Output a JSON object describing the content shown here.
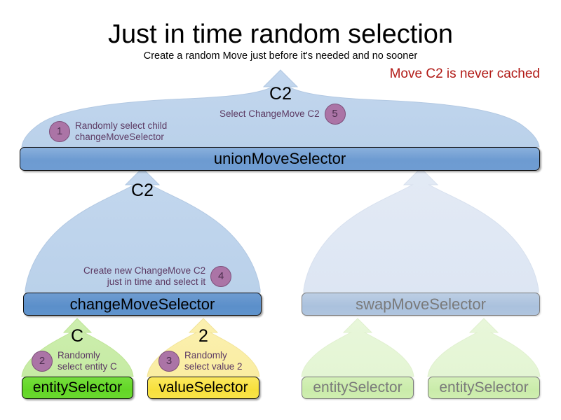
{
  "header": {
    "title": "Just in time random selection",
    "subtitle": "Create a random Move just before it's needed and no sooner",
    "warning": "Move C2 is never cached",
    "warning_color": "#b11a16"
  },
  "diagram": {
    "type": "tree",
    "nodes": {
      "union": {
        "label": "unionMoveSelector",
        "color": "#6d9bd1",
        "state": "active"
      },
      "change": {
        "label": "changeMoveSelector",
        "color": "#5b8fca",
        "state": "active"
      },
      "swap": {
        "label": "swapMoveSelector",
        "color": "#aac1dd",
        "state": "faded"
      },
      "entity_change": {
        "label": "entitySelector",
        "color": "#63d626",
        "state": "active"
      },
      "value_change": {
        "label": "valueSelector",
        "color": "#f7e03c",
        "state": "active"
      },
      "entity_swap_1": {
        "label": "entitySelector",
        "color": "#caecaa",
        "state": "faded"
      },
      "entity_swap_2": {
        "label": "entitySelector",
        "color": "#caecaa",
        "state": "faded"
      }
    },
    "flow_labels": {
      "union_out": "C2",
      "change_to_union": "C2",
      "entity_to_change": "C",
      "value_to_change": "2"
    },
    "steps": [
      {
        "number": "1",
        "text": "Randomly select child\nchangeMoveSelector"
      },
      {
        "number": "2",
        "text": "Randomly\nselect entity C"
      },
      {
        "number": "3",
        "text": "Randomly\nselect value 2"
      },
      {
        "number": "4",
        "text": "Create new ChangeMove C2\njust in time and select it"
      },
      {
        "number": "5",
        "text": "Select ChangeMove C2"
      }
    ],
    "badge_color": "#ab74a6",
    "annotation_color": "#5c3a63"
  }
}
